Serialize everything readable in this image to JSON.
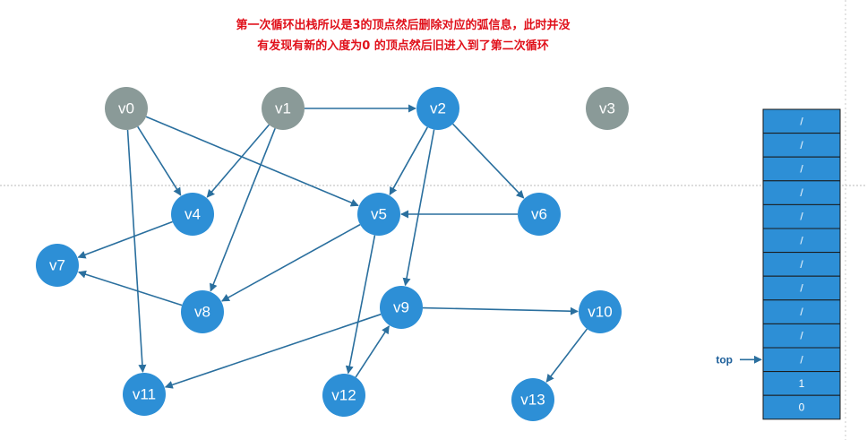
{
  "caption": {
    "line1": "第一次循环出栈所以是3的顶点然后删除对应的弧信息，此时并没",
    "line2": "有发现有新的入度为0 的顶点然后旧进入到了第二次循环"
  },
  "colors": {
    "active_node": "#2d8fd6",
    "removed_node": "#8a9a98",
    "edge": "#2a6f9e",
    "stack_cell": "#2d8fd6",
    "stack_border": "#1a1a1a",
    "caption": "#e0101a"
  },
  "nodes": [
    {
      "id": "v0",
      "label": "v0",
      "state": "removed"
    },
    {
      "id": "v1",
      "label": "v1",
      "state": "removed"
    },
    {
      "id": "v2",
      "label": "v2",
      "state": "active"
    },
    {
      "id": "v3",
      "label": "v3",
      "state": "removed"
    },
    {
      "id": "v4",
      "label": "v4",
      "state": "active"
    },
    {
      "id": "v5",
      "label": "v5",
      "state": "active"
    },
    {
      "id": "v6",
      "label": "v6",
      "state": "active"
    },
    {
      "id": "v7",
      "label": "v7",
      "state": "active"
    },
    {
      "id": "v8",
      "label": "v8",
      "state": "active"
    },
    {
      "id": "v9",
      "label": "v9",
      "state": "active"
    },
    {
      "id": "v10",
      "label": "v10",
      "state": "active"
    },
    {
      "id": "v11",
      "label": "v11",
      "state": "active"
    },
    {
      "id": "v12",
      "label": "v12",
      "state": "active"
    },
    {
      "id": "v13",
      "label": "v13",
      "state": "active"
    }
  ],
  "edges": [
    {
      "from": "v0",
      "to": "v4"
    },
    {
      "from": "v0",
      "to": "v5"
    },
    {
      "from": "v0",
      "to": "v11"
    },
    {
      "from": "v1",
      "to": "v2"
    },
    {
      "from": "v1",
      "to": "v4"
    },
    {
      "from": "v1",
      "to": "v8"
    },
    {
      "from": "v2",
      "to": "v5"
    },
    {
      "from": "v2",
      "to": "v6"
    },
    {
      "from": "v2",
      "to": "v9"
    },
    {
      "from": "v4",
      "to": "v7"
    },
    {
      "from": "v5",
      "to": "v8"
    },
    {
      "from": "v5",
      "to": "v12"
    },
    {
      "from": "v6",
      "to": "v5"
    },
    {
      "from": "v8",
      "to": "v7"
    },
    {
      "from": "v9",
      "to": "v10"
    },
    {
      "from": "v9",
      "to": "v11"
    },
    {
      "from": "v10",
      "to": "v13"
    },
    {
      "from": "v12",
      "to": "v9"
    }
  ],
  "stack": {
    "cells": [
      "/",
      "/",
      "/",
      "/",
      "/",
      "/",
      "/",
      "/",
      "/",
      "/",
      "/",
      "1",
      "0"
    ],
    "top_label": "top"
  }
}
